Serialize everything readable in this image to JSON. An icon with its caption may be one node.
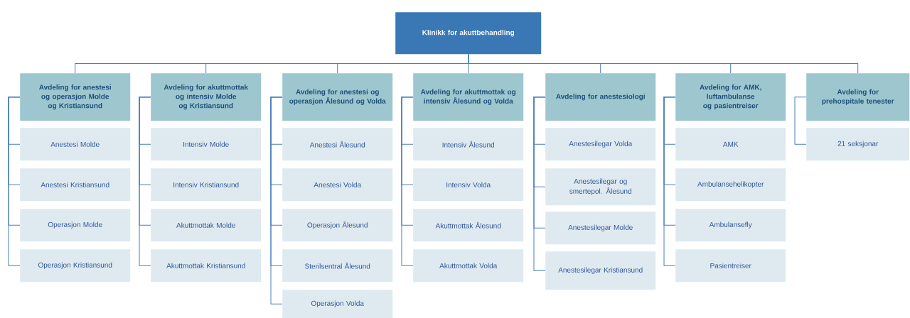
{
  "diagram": {
    "nodes": [
      {
        "text": [
          "Klinikk for akuttbehandling"
        ]
      },
      {
        "text": [
          "Avdeling for anestesi og operasjon Molde og Kristiansund"
        ]
      },
      {
        "text": [
          "Avdeling for akuttmottak og intensiv Molde og Kristiansund"
        ]
      },
      {
        "text": [
          "Avdeling for anestesi og operasjon Ålesund og Volda"
        ]
      },
      {
        "text": [
          "Avdeling for akuttmottak og intensiv Ålesund og Volda"
        ]
      },
      {
        "text": [
          "Avdeling for anestesiologi"
        ]
      },
      {
        "text": [
          "Avdeling for AMK, luftambulanse og pasientreiser"
        ]
      },
      {
        "text": [
          "Avdeling for prehospitale tenester"
        ]
      },
      {
        "text": [
          "Anestesi Molde"
        ]
      },
      {
        "text": [
          "Anestesi Kristiansund"
        ]
      },
      {
        "text": [
          "Operasjon Molde"
        ]
      },
      {
        "text": [
          "Operasjon Kristiansund"
        ]
      },
      {
        "text": [
          "Intensiv Molde"
        ]
      },
      {
        "text": [
          "Intensiv Kristiansund"
        ]
      },
      {
        "text": [
          "Akuttmottak Molde"
        ]
      },
      {
        "text": [
          "Akuttmottak Kristiansund"
        ]
      },
      {
        "text": [
          "Anestesi Ålesund"
        ]
      },
      {
        "text": [
          "Anestesi Volda"
        ]
      },
      {
        "text": [
          "Operasjon Ålesund"
        ]
      },
      {
        "text": [
          "Sterilsentral Ålesund"
        ]
      },
      {
        "text": [
          "Operasjon Volda"
        ]
      },
      {
        "text": [
          "Intensiv Ålesund"
        ]
      },
      {
        "text": [
          "Intensiv Volda"
        ]
      },
      {
        "text": [
          "Akuttmottak Ålesund"
        ]
      },
      {
        "text": [
          "Akuttmottak Volda"
        ]
      },
      {
        "text": [
          "Anestesilegar Volda"
        ]
      },
      {
        "text": [
          "Anestesilegar og smertepol. Ålesund"
        ]
      },
      {
        "text": [
          "Anestesilegar Molde"
        ]
      },
      {
        "text": [
          "Anestesilegar Kristiansund"
        ]
      },
      {
        "text": [
          "AMK"
        ]
      },
      {
        "text": [
          "Ambulansehelikopter"
        ]
      },
      {
        "text": [
          "Ambulansefly"
        ]
      },
      {
        "text": [
          "Pasientreiser"
        ]
      },
      {
        "text": [
          "21 seksjonar"
        ]
      }
    ],
    "edges": [
      {
        "from": 0,
        "to": 1,
        "arrow": "none"
      },
      {
        "from": 0,
        "to": 2,
        "arrow": "none"
      },
      {
        "from": 0,
        "to": 3,
        "arrow": "none"
      },
      {
        "from": 0,
        "to": 4,
        "arrow": "none"
      },
      {
        "from": 0,
        "to": 5,
        "arrow": "none"
      },
      {
        "from": 0,
        "to": 6,
        "arrow": "none"
      },
      {
        "from": 0,
        "to": 7,
        "arrow": "none"
      },
      {
        "from": 1,
        "to": 8,
        "arrow": "none"
      },
      {
        "from": 1,
        "to": 9,
        "arrow": "none"
      },
      {
        "from": 1,
        "to": 10,
        "arrow": "none"
      },
      {
        "from": 1,
        "to": 11,
        "arrow": "none"
      },
      {
        "from": 2,
        "to": 12,
        "arrow": "none"
      },
      {
        "from": 2,
        "to": 13,
        "arrow": "none"
      },
      {
        "from": 2,
        "to": 14,
        "arrow": "none"
      },
      {
        "from": 2,
        "to": 15,
        "arrow": "none"
      },
      {
        "from": 3,
        "to": 16,
        "arrow": "none"
      },
      {
        "from": 3,
        "to": 17,
        "arrow": "none"
      },
      {
        "from": 3,
        "to": 18,
        "arrow": "none"
      },
      {
        "from": 3,
        "to": 19,
        "arrow": "none"
      },
      {
        "from": 3,
        "to": 20,
        "arrow": "none"
      },
      {
        "from": 4,
        "to": 21,
        "arrow": "none"
      },
      {
        "from": 4,
        "to": 22,
        "arrow": "none"
      },
      {
        "from": 4,
        "to": 23,
        "arrow": "none"
      },
      {
        "from": 4,
        "to": 24,
        "arrow": "none"
      },
      {
        "from": 5,
        "to": 25,
        "arrow": "none"
      },
      {
        "from": 5,
        "to": 26,
        "arrow": "none"
      },
      {
        "from": 5,
        "to": 27,
        "arrow": "none"
      },
      {
        "from": 5,
        "to": 28,
        "arrow": "none"
      },
      {
        "from": 6,
        "to": 29,
        "arrow": "none"
      },
      {
        "from": 6,
        "to": 30,
        "arrow": "none"
      },
      {
        "from": 6,
        "to": 31,
        "arrow": "none"
      },
      {
        "from": 6,
        "to": 32,
        "arrow": "none"
      },
      {
        "from": 7,
        "to": 33,
        "arrow": "none"
      }
    ]
  }
}
